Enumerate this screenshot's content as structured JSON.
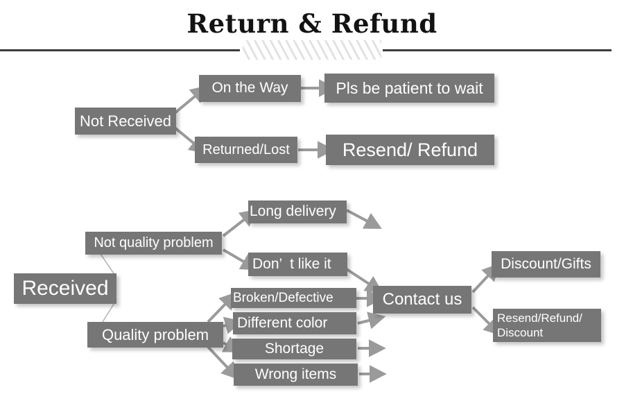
{
  "header": {
    "title": "Return & Refund",
    "divider_icon": "hatch-divider"
  },
  "theme": {
    "box_fill": "#767676",
    "box_text": "#ffffff",
    "connector": "#9a9a9a",
    "rule": "#3b3b3b",
    "background": "#ffffff"
  },
  "flow": {
    "not_received_branch": {
      "root": "Not Received",
      "nodes": [
        {
          "label": "On the Way",
          "result": "Pls be patient to wait"
        },
        {
          "label": "Returned/Lost",
          "result": "Resend/ Refund"
        }
      ]
    },
    "received_branch": {
      "root": "Received",
      "categories": [
        {
          "label": "Not quality problem",
          "reasons": [
            "Long delivery",
            "Don’  t like it"
          ]
        },
        {
          "label": "Quality problem",
          "reasons": [
            "Broken/Defective",
            "Different color",
            "Shortage",
            "Wrong items"
          ]
        }
      ],
      "action": "Contact us",
      "outcomes": [
        "Discount/Gifts",
        "Resend/Refund/\nDiscount"
      ]
    }
  }
}
